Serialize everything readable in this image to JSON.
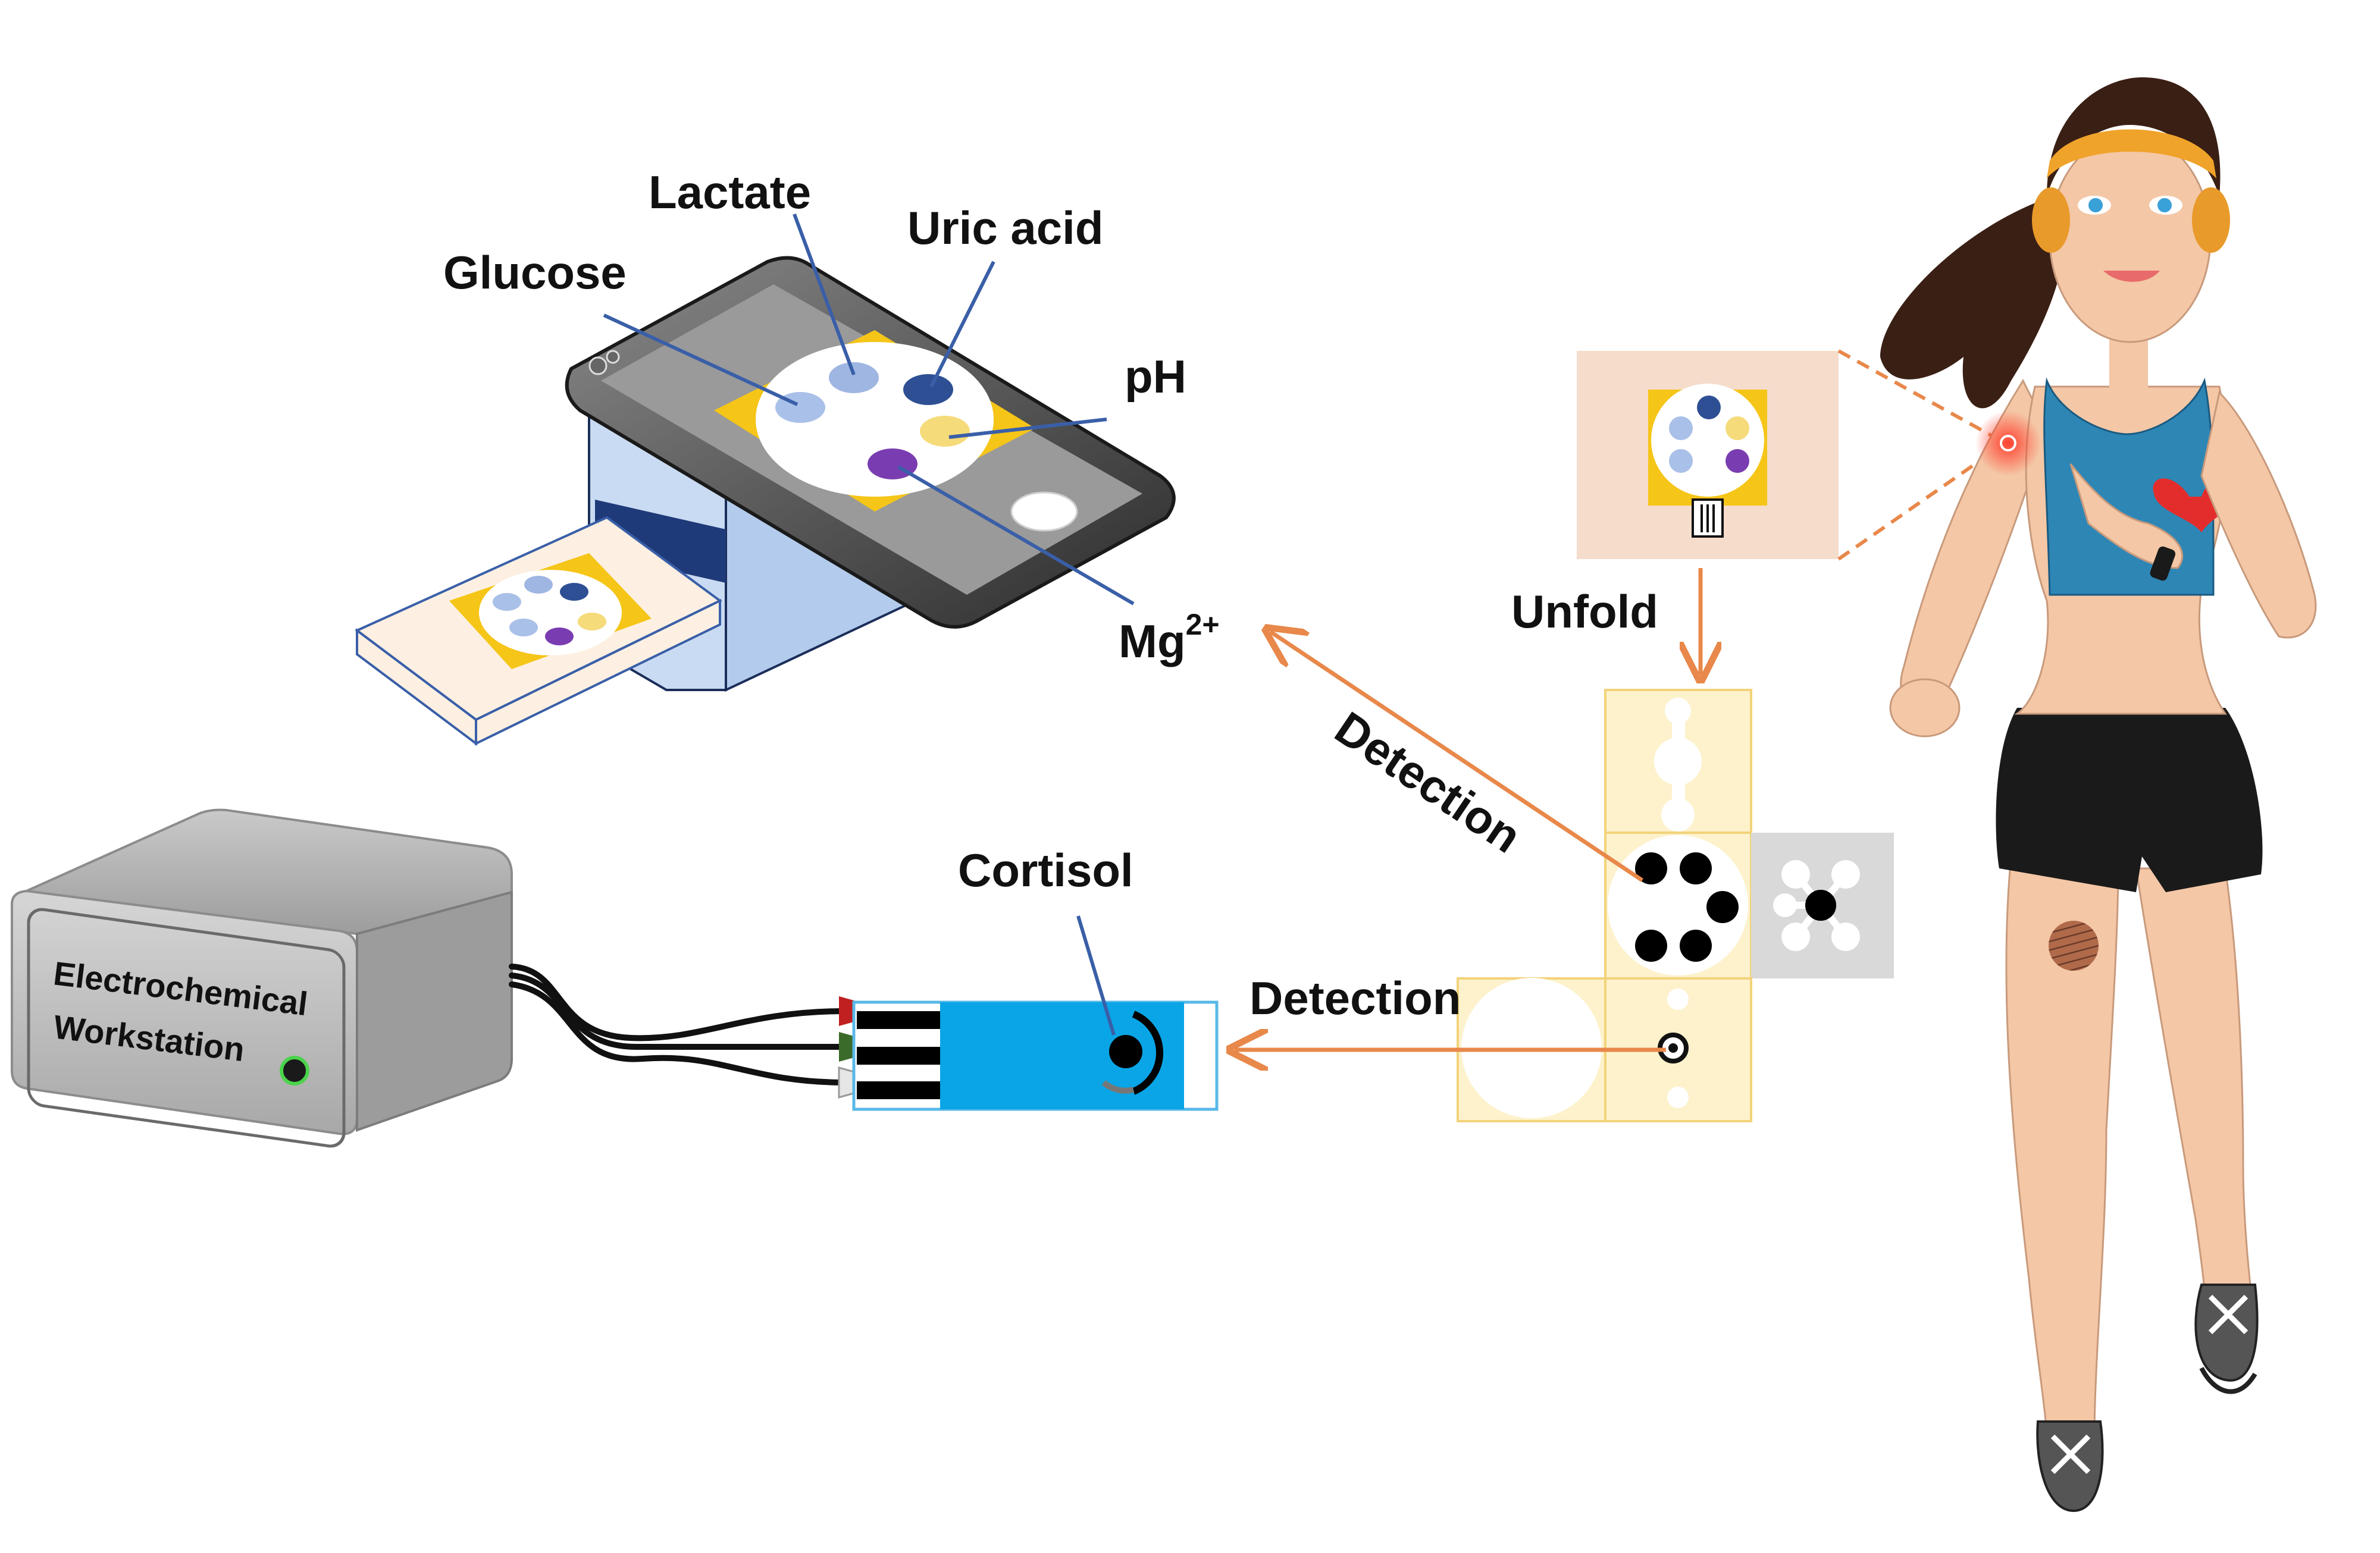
{
  "labels": {
    "lactate": "Lactate",
    "uric_acid": "Uric acid",
    "glucose": "Glucose",
    "ph": "pH",
    "mg_base": "Mg",
    "mg_sup": "2+",
    "unfold": "Unfold",
    "detection_diagonal": "Detection",
    "detection_horizontal": "Detection",
    "cortisol": "Cortisol",
    "workstation_line1": "Electrochemical",
    "workstation_line2": "Workstation"
  },
  "colors": {
    "arrow": "#e8884a",
    "leader": "#3a5fa8",
    "patch_yellow": "#f5c518",
    "glucose_dot": "#a9c0e8",
    "lactate_dot": "#9fb6e2",
    "uric_dot": "#2e4f93",
    "ph_dot": "#f6db7a",
    "mg_dot": "#7a3db1",
    "sensor_blue": "#0aa5e6"
  }
}
